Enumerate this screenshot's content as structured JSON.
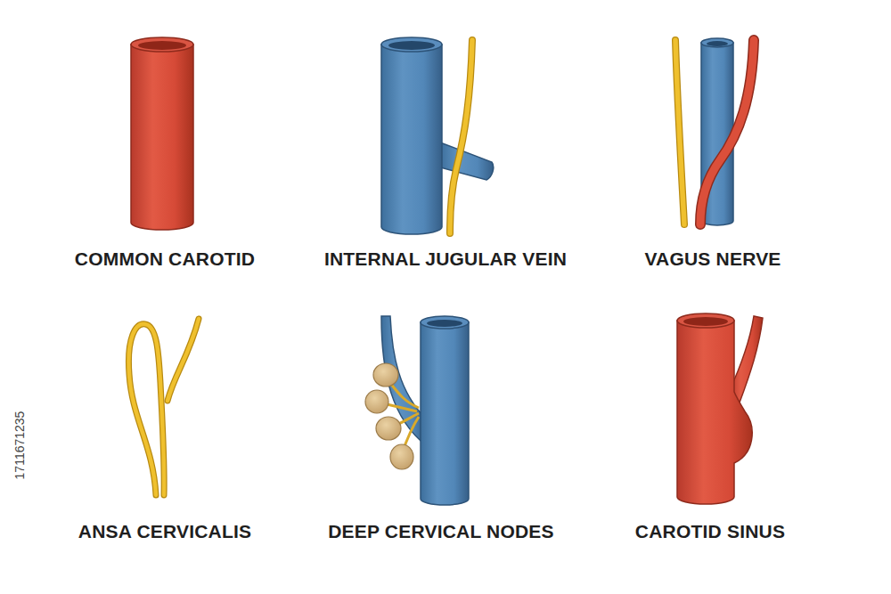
{
  "diagram": {
    "labels": [
      "COMMON CAROTID",
      "INTERNAL JUGULAR VEIN",
      "VAGUS NERVE",
      "ANSA CERVICALIS",
      "DEEP CERVICAL NODES",
      "CAROTID SINUS",
      "1711671235"
    ]
  }
}
